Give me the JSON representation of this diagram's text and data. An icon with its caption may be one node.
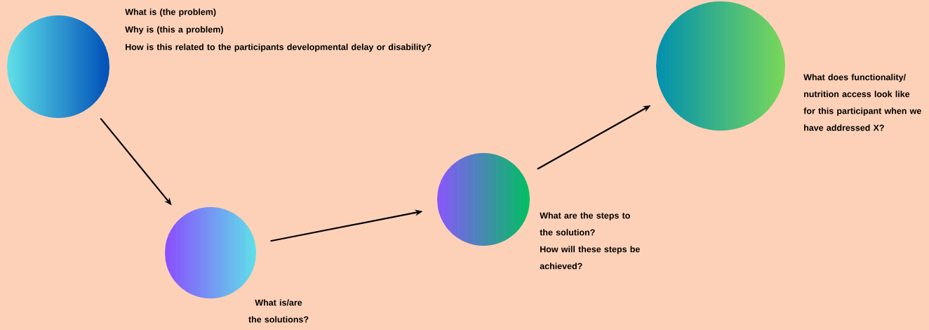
{
  "diagram": {
    "nodes": [
      {
        "text": [],
        "shape": "circle",
        "beside": [
          "What is (the problem)",
          "Why is (this a problem)",
          "How is this related to the participants  developmental delay or disability?"
        ]
      },
      {
        "text": [],
        "shape": "circle",
        "beside": [
          "What is/are the solutions?"
        ]
      },
      {
        "text": [],
        "shape": "circle",
        "beside": [
          "What are the steps to the solution?",
          "How will these steps be achieved?"
        ]
      },
      {
        "text": [],
        "shape": "circle",
        "beside": [
          "What does functionality/ nutrition access look like for this participant when we have addressed X?"
        ]
      }
    ],
    "edges": [
      {
        "from": 0,
        "to": 1,
        "arrow": "to"
      },
      {
        "from": 1,
        "to": 2,
        "arrow": "to"
      },
      {
        "from": 2,
        "to": 3,
        "arrow": "to"
      }
    ]
  }
}
